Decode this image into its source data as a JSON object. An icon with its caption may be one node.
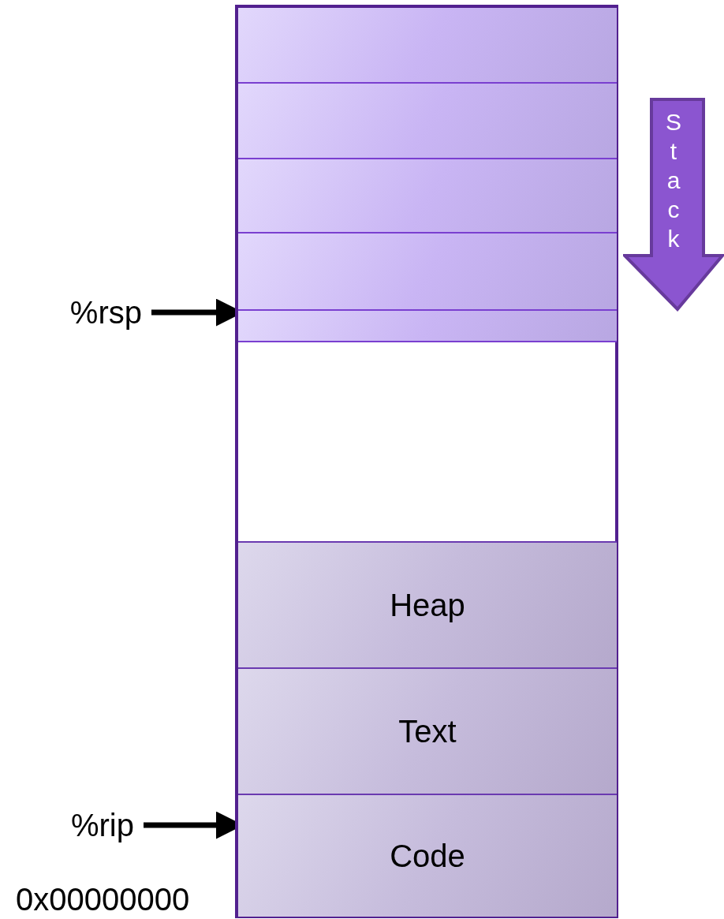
{
  "diagram": {
    "nodes": [
      {
        "text": [],
        "shape": "box"
      },
      {
        "text": [],
        "shape": "box",
        "in": 0
      },
      {
        "text": [],
        "shape": "box",
        "in": 0
      },
      {
        "text": [],
        "shape": "box",
        "in": 0
      },
      {
        "text": [],
        "shape": "box",
        "in": 0
      },
      {
        "text": [],
        "shape": "box",
        "in": 0
      },
      {
        "text": [
          "Heap"
        ],
        "in": 0
      },
      {
        "text": [
          "Text"
        ],
        "in": 0
      },
      {
        "text": [
          "Code"
        ],
        "in": 0
      },
      {
        "text": [
          "%rsp"
        ]
      },
      {
        "text": [
          "%rip"
        ]
      },
      {
        "text": [
          "Stack"
        ]
      }
    ],
    "edges": [
      {
        "from": 9,
        "to": 5,
        "arrow": "to"
      },
      {
        "from": 10,
        "to": 8,
        "arrow": "to"
      }
    ],
    "labels": [
      "0x00000000"
    ]
  }
}
